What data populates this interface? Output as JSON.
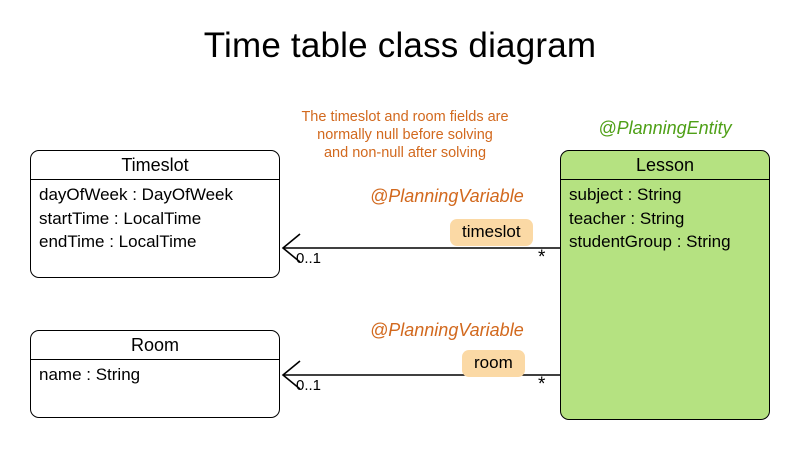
{
  "diagram": {
    "title": "Time table class diagram",
    "colors": {
      "entity_fill": "#b5e281",
      "stereotype_entity": "#4fa017",
      "stereotype_variable": "#d2691e",
      "note_text": "#d2691e",
      "badge_fill": "#fbd9a5",
      "line": "#000000",
      "background": "#ffffff"
    }
  },
  "note": {
    "name": "nullability-note",
    "lines": [
      "The timeslot and room fields are",
      "normally null before solving",
      "and non-null after solving"
    ]
  },
  "classes": {
    "timeslot": {
      "name": "Timeslot",
      "attributes": [
        "dayOfWeek : DayOfWeek",
        "startTime : LocalTime",
        "endTime : LocalTime"
      ]
    },
    "room": {
      "name": "Room",
      "attributes": [
        "name : String"
      ]
    },
    "lesson": {
      "name": "Lesson",
      "stereotype": "@PlanningEntity",
      "attributes": [
        "subject : String",
        "teacher : String",
        "studentGroup : String"
      ]
    }
  },
  "associations": [
    {
      "id": "lesson-timeslot",
      "stereotype": "@PlanningVariable",
      "role": "timeslot",
      "source": "Lesson",
      "target": "Timeslot",
      "source_multiplicity": "*",
      "target_multiplicity": "0..1",
      "arrow": "open-navigable"
    },
    {
      "id": "lesson-room",
      "stereotype": "@PlanningVariable",
      "role": "room",
      "source": "Lesson",
      "target": "Room",
      "source_multiplicity": "*",
      "target_multiplicity": "0..1",
      "arrow": "open-navigable"
    }
  ]
}
